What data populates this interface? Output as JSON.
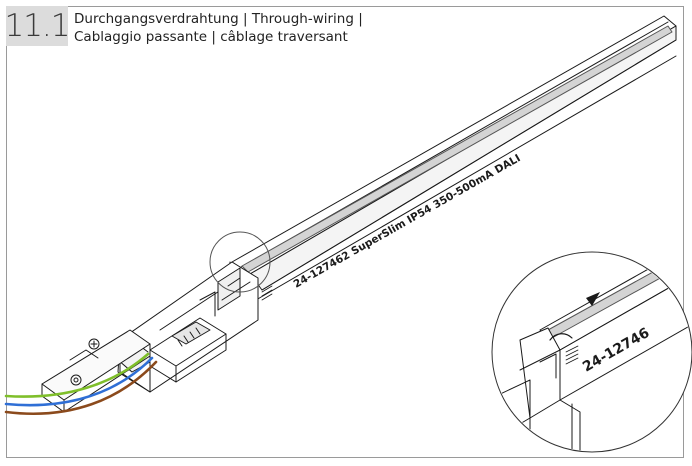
{
  "step": {
    "number": "11.1"
  },
  "title": {
    "line1": "Durchgangsverdrahtung | Through-wiring |",
    "line2": "Cablaggio passante | câblage traversant"
  },
  "product_label": "24-127462 SuperSlim IP54 350-500mA DALI",
  "detail_label": "24-12746",
  "colors": {
    "frame": "#9a9a9a",
    "badge": "#dcdcdc",
    "line": "#1a1a1a",
    "wire_brown": "#8b4a1c",
    "wire_blue": "#2f6fd6",
    "wire_green_yellow": "#7fbf2a"
  }
}
